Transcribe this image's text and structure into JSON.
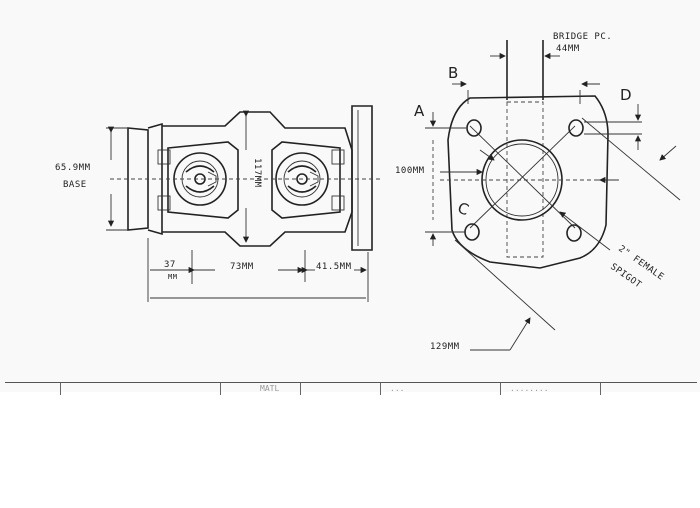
{
  "labels": {
    "base_dim": "65.9MM",
    "base_word": "BASE",
    "height_dim": "117MM",
    "dim_37": "37",
    "dim_37_unit": "MM",
    "dim_73": "73MM",
    "dim_41": "41.5MM",
    "bridge_pc": "BRIDGE PC.",
    "bridge_44": "44MM",
    "letter_a": "A",
    "letter_b": "B",
    "letter_c": "C",
    "letter_d": "D",
    "dim_100": "100MM",
    "spigot_1": "2\" FEMALE",
    "spigot_2": "SPIGOT",
    "dim_129": "129MM"
  },
  "titleblock": {
    "matl": "MATL",
    "faint_1": "...",
    "faint_2": "........"
  }
}
